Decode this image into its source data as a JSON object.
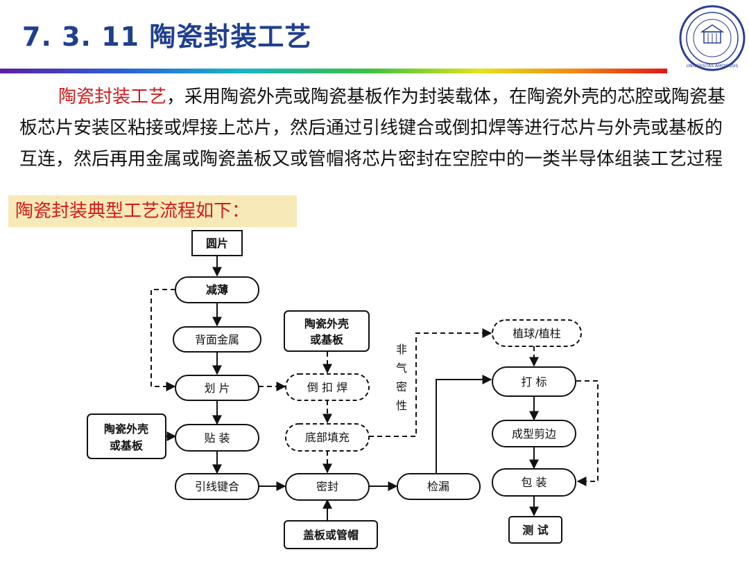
{
  "slide": {
    "title": "7. 3. 11  陶瓷封装工艺",
    "intro_highlight": "陶瓷封装工艺",
    "intro_rest": "，采用陶瓷外壳或陶瓷基板作为封装载体，在陶瓷外壳的芯腔或陶瓷基板芯片安装区粘接或焊接上芯片，然后通过引线键合或倒扣焊等进行芯片与外壳或基板的互连，然后再用金属或陶瓷盖板又或管帽将芯片密封在空腔中的一类半导体组装工艺过程",
    "flow_title": "陶瓷封装典型工艺流程如下：",
    "logo_text": "UNIVERSITAS AMOIENSIS"
  },
  "nodes": {
    "wafer": "圆片",
    "thinning": "减薄",
    "back_metal": "背面金属",
    "dicing": "划 片",
    "mount": "贴 装",
    "wire_bond": "引线键合",
    "shell_left_1": "陶瓷外壳",
    "shell_left_2": "或基板",
    "shell_mid_1": "陶瓷外壳",
    "shell_mid_2": "或基板",
    "flip_chip": "倒 扣 焊",
    "underfill": "底部填充",
    "seal": "密封",
    "lid": "盖板或管帽",
    "leak_test": "检漏",
    "non_hermetic_1": "非",
    "non_hermetic_2": "气",
    "non_hermetic_3": "密",
    "non_hermetic_4": "性",
    "ball_attach": "植球/植柱",
    "marking": "打 标",
    "trim_form": "成型剪边",
    "packing": "包 装",
    "test": "测 试"
  }
}
